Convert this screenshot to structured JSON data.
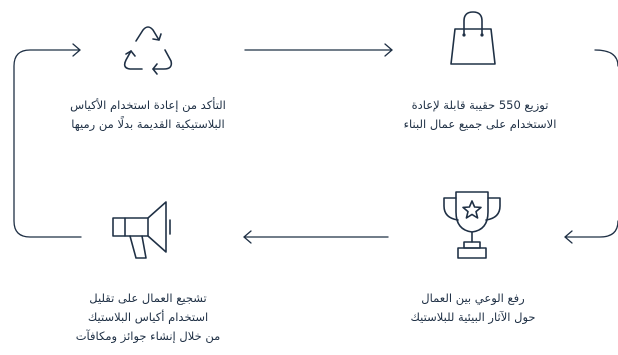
{
  "steps": [
    {
      "icon": "shopping-bag-icon",
      "lines": [
        "توزيع 550 حقيبة قابلة لإعادة",
        "الاستخدام على جميع عمال البناء"
      ]
    },
    {
      "icon": "recycle-icon",
      "lines": [
        "التأكد من إعادة استخدام الأكياس",
        "البلاستيكية القديمة بدلًا من رميها"
      ]
    },
    {
      "icon": "megaphone-icon",
      "lines": [
        "تشجيع العمال على تقليل",
        "استخدام أكياس البلاستيك",
        "من خلال إنشاء جوائز ومكافآت"
      ]
    },
    {
      "icon": "trophy-icon",
      "lines": [
        "رفع الوعي بين العمال",
        "حول الآثار البيئية للبلاستيك"
      ]
    }
  ],
  "colors": {
    "ink": "#1f3045",
    "background": "#ffffff"
  }
}
